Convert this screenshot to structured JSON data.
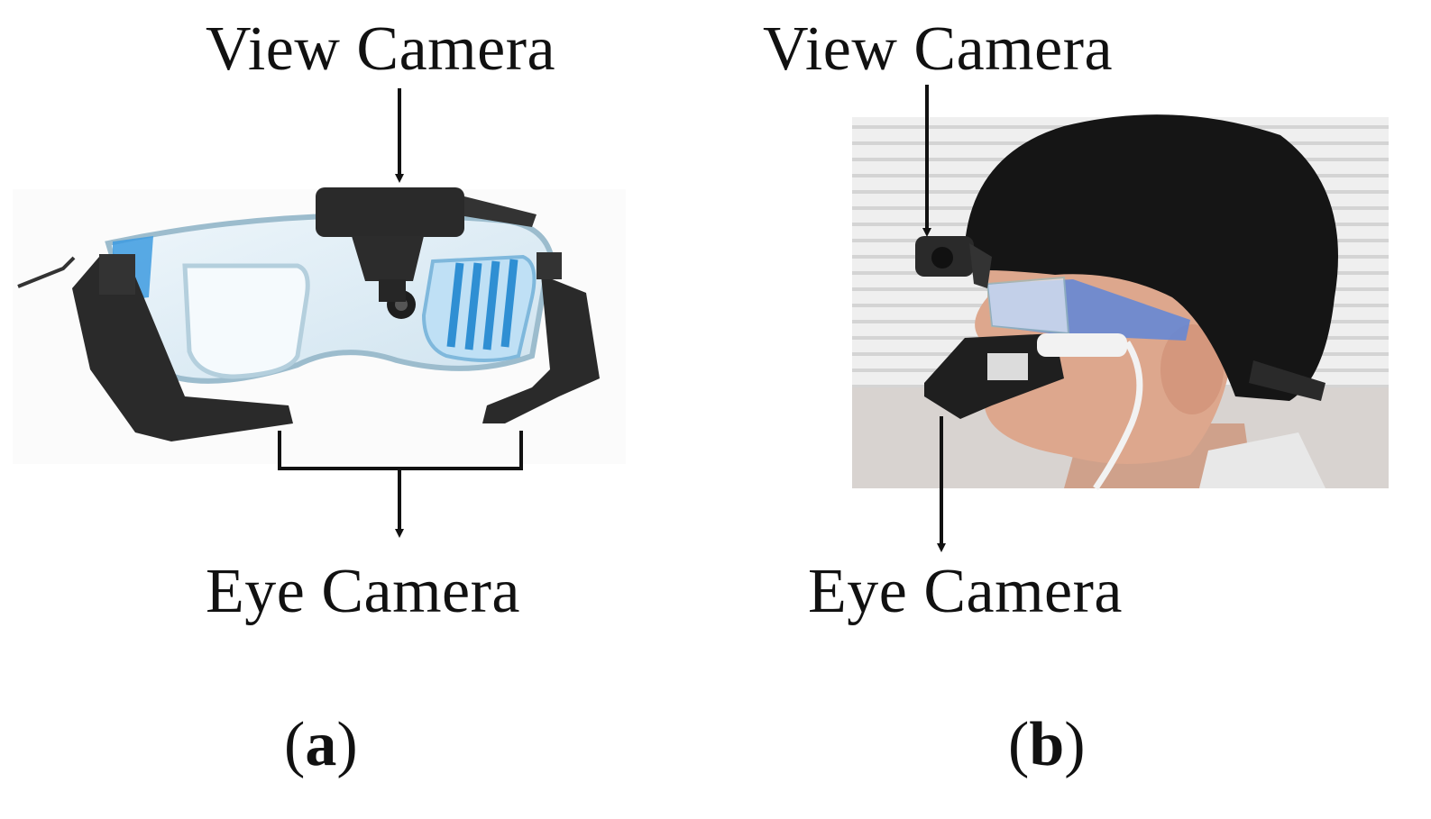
{
  "panel_a": {
    "view_camera_label": "View Camera",
    "eye_camera_label": "Eye Camera",
    "caption_letter": "a",
    "caption_open": "(",
    "caption_close": ")"
  },
  "panel_b": {
    "view_camera_label": "View Camera",
    "eye_camera_label": "Eye Camera",
    "caption_letter": "b",
    "caption_open": "(",
    "caption_close": ")"
  },
  "colors": {
    "frame_dark": "#2b2b2b",
    "lens_blue": "#4aa3e0",
    "hair": "#151515",
    "skin": "#d9a48a",
    "blinds": "#e9e9e9",
    "wall": "#d8d4d2"
  }
}
